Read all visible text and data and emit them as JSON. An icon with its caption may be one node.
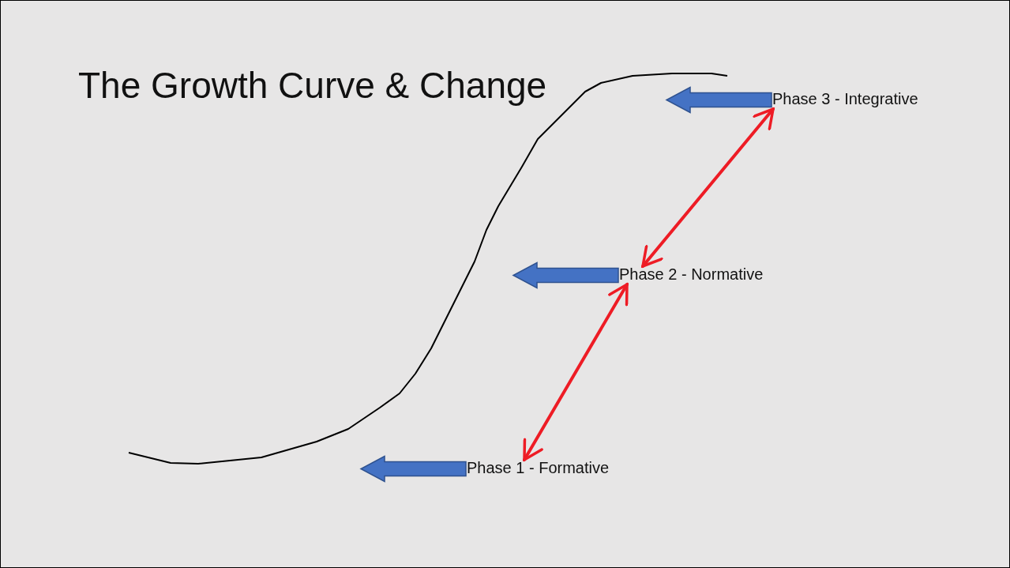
{
  "diagram": {
    "title": "The Growth Curve & Change",
    "nodes": [
      {
        "text": [
          "Phase  3 - Integrative"
        ]
      },
      {
        "text": [
          "Phase  2 - Normative"
        ]
      },
      {
        "text": [
          "Phase  1 - Formative"
        ]
      }
    ],
    "edges": [
      {
        "from": 0,
        "to": null,
        "arrow": "to",
        "style": "thick",
        "color": "#4472c4"
      },
      {
        "from": 1,
        "to": null,
        "arrow": "to",
        "style": "thick",
        "color": "#4472c4"
      },
      {
        "from": 2,
        "to": null,
        "arrow": "to",
        "style": "thick",
        "color": "#4472c4"
      },
      {
        "from": 2,
        "to": 1,
        "arrow": "both",
        "color": "#ee1c25"
      },
      {
        "from": 1,
        "to": 0,
        "arrow": "both",
        "color": "#ee1c25"
      }
    ]
  }
}
